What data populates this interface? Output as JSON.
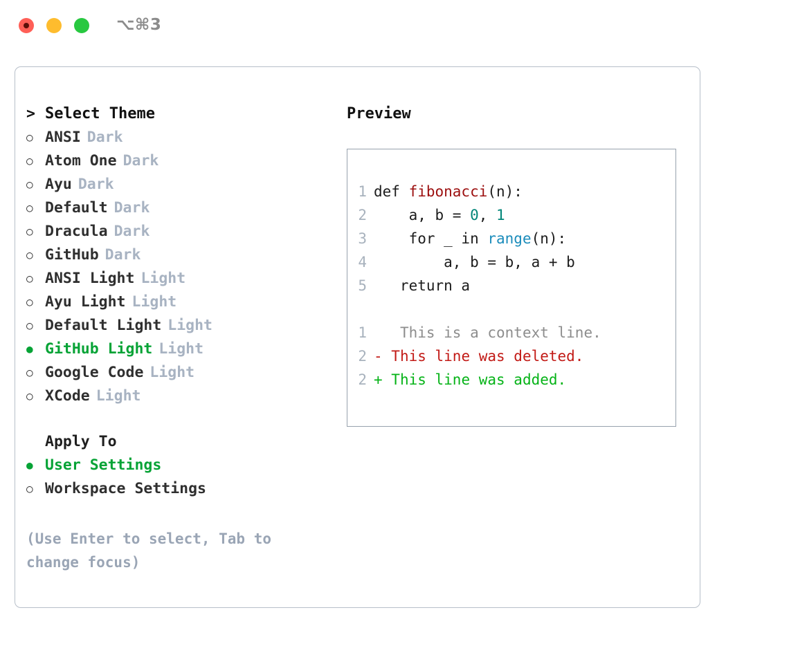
{
  "titlebar": {
    "shortcut": "⌥⌘3",
    "buttons": [
      {
        "name": "close",
        "color": "#ff5f57"
      },
      {
        "name": "minimize",
        "color": "#febc2e"
      },
      {
        "name": "maximize",
        "color": "#28c840"
      }
    ]
  },
  "theme_picker": {
    "heading_marker": ">",
    "heading": "Select Theme",
    "marker_selected": "●",
    "marker_unselected": "○",
    "items": [
      {
        "name": "ANSI",
        "variant": "Dark",
        "selected": false
      },
      {
        "name": "Atom One",
        "variant": "Dark",
        "selected": false
      },
      {
        "name": "Ayu",
        "variant": "Dark",
        "selected": false
      },
      {
        "name": "Default",
        "variant": "Dark",
        "selected": false
      },
      {
        "name": "Dracula",
        "variant": "Dark",
        "selected": false
      },
      {
        "name": "GitHub",
        "variant": "Dark",
        "selected": false
      },
      {
        "name": "ANSI Light",
        "variant": "Light",
        "selected": false
      },
      {
        "name": "Ayu Light",
        "variant": "Light",
        "selected": false
      },
      {
        "name": "Default Light",
        "variant": "Light",
        "selected": false
      },
      {
        "name": "GitHub Light",
        "variant": "Light",
        "selected": true
      },
      {
        "name": "Google Code",
        "variant": "Light",
        "selected": false
      },
      {
        "name": "XCode",
        "variant": "Light",
        "selected": false
      }
    ]
  },
  "apply_to": {
    "heading": "Apply To",
    "items": [
      {
        "label": "User Settings",
        "selected": true
      },
      {
        "label": "Workspace Settings",
        "selected": false
      }
    ]
  },
  "hint": "(Use Enter to select, Tab to change focus)",
  "preview": {
    "title": "Preview",
    "code_lines": [
      {
        "no": "1",
        "tokens": [
          {
            "t": "def ",
            "c": "plain"
          },
          {
            "t": "fibonacci",
            "c": "fn"
          },
          {
            "t": "(n):",
            "c": "plain"
          }
        ]
      },
      {
        "no": "2",
        "tokens": [
          {
            "t": "    a, b = ",
            "c": "plain"
          },
          {
            "t": "0",
            "c": "num"
          },
          {
            "t": ", ",
            "c": "plain"
          },
          {
            "t": "1",
            "c": "num"
          }
        ]
      },
      {
        "no": "3",
        "tokens": [
          {
            "t": "    for _ in ",
            "c": "plain"
          },
          {
            "t": "range",
            "c": "call"
          },
          {
            "t": "(n):",
            "c": "plain"
          }
        ]
      },
      {
        "no": "4",
        "tokens": [
          {
            "t": "        a, b = b, a + b",
            "c": "plain"
          }
        ]
      },
      {
        "no": "5",
        "tokens": [
          {
            "t": "   return a",
            "c": "plain"
          }
        ]
      }
    ],
    "diff_lines": [
      {
        "no": "1",
        "sign": " ",
        "text": "  This is a context line.",
        "kind": "ctx"
      },
      {
        "no": "2",
        "sign": "-",
        "text": " This line was deleted.",
        "kind": "del"
      },
      {
        "no": "2",
        "sign": "+",
        "text": " This line was added.",
        "kind": "add"
      }
    ]
  },
  "colors": {
    "accent_green": "#07a336",
    "muted_gray": "#a8b3c2",
    "hint_gray": "#9aa5b5",
    "panel_border": "#b7bfc9",
    "preview_border": "#97a1ad",
    "code_fn": "#9c0f0f",
    "code_num": "#008578",
    "code_call": "#1b8cbb",
    "diff_del": "#c21a16",
    "diff_add": "#05b317"
  }
}
